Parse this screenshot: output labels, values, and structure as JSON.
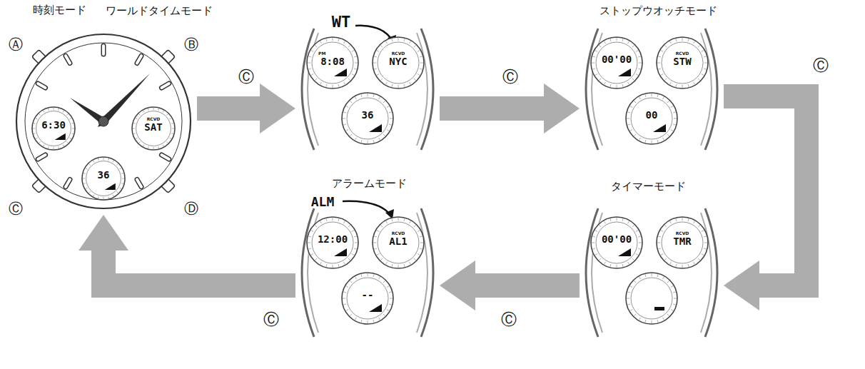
{
  "diagram": {
    "nodes": [
      {
        "text": [
          "時刻モード"
        ]
      },
      {
        "text": [
          "6:30"
        ],
        "in": 0
      },
      {
        "text": [
          "RCVD",
          "SAT"
        ],
        "in": 0
      },
      {
        "text": [
          "36"
        ],
        "in": 0
      },
      {
        "text": [
          "ワールドタイムモード"
        ]
      },
      {
        "text": [
          "PM",
          "8:08"
        ],
        "in": 4
      },
      {
        "text": [
          "RCVD",
          "NYC"
        ],
        "in": 4
      },
      {
        "text": [
          "36"
        ],
        "in": 4
      },
      {
        "text": [
          "ストップウオッチモード"
        ]
      },
      {
        "text": [
          "00'00"
        ],
        "in": 8
      },
      {
        "text": [
          "RCVD",
          "STW"
        ],
        "in": 8
      },
      {
        "text": [
          "00"
        ],
        "in": 8
      },
      {
        "text": [
          "タイマーモード"
        ]
      },
      {
        "text": [
          "00'00"
        ],
        "in": 12
      },
      {
        "text": [
          "RCVD",
          "TMR"
        ],
        "in": 12
      },
      {
        "text": [
          "アラームモード"
        ]
      },
      {
        "text": [
          "12:00"
        ],
        "in": 15
      },
      {
        "text": [
          "RCVD",
          "AL1"
        ],
        "in": 15
      },
      {
        "text": [
          "--"
        ],
        "in": 15
      }
    ],
    "edges": [
      {
        "from": 0,
        "to": 4,
        "arrow": "to",
        "label": "Ⓒ"
      },
      {
        "from": 4,
        "to": 8,
        "arrow": "to",
        "label": "Ⓒ"
      },
      {
        "from": 8,
        "to": 12,
        "arrow": "to",
        "label": "Ⓒ"
      },
      {
        "from": 12,
        "to": 15,
        "arrow": "to",
        "label": "Ⓒ"
      },
      {
        "from": 15,
        "to": 0,
        "arrow": "to",
        "label": "Ⓒ"
      }
    ],
    "labels": [
      "WT",
      "ALM",
      "Ⓐ",
      "Ⓑ",
      "Ⓒ",
      "Ⓓ"
    ]
  }
}
